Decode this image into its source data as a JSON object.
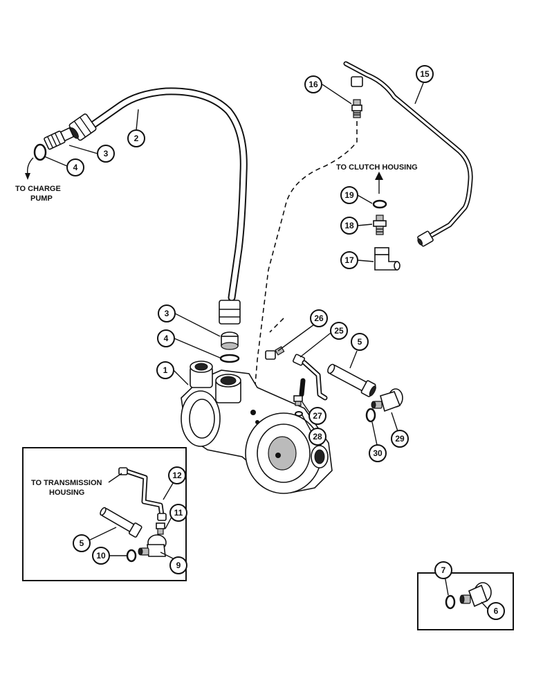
{
  "labels": {
    "to_charge_pump_1": "TO CHARGE",
    "to_charge_pump_2": "PUMP",
    "to_clutch_housing": "TO CLUTCH HOUSING",
    "to_transmission_1": "TO TRANSMISSION",
    "to_transmission_2": "HOUSING"
  },
  "callouts": {
    "c1": "1",
    "c2": "2",
    "c3a": "3",
    "c3b": "3",
    "c4a": "4",
    "c4b": "4",
    "c5a": "5",
    "c5b": "5",
    "c6": "6",
    "c7": "7",
    "c9": "9",
    "c10": "10",
    "c11": "11",
    "c12": "12",
    "c15": "15",
    "c16": "16",
    "c17": "17",
    "c18": "18",
    "c19": "19",
    "c25": "25",
    "c26": "26",
    "c27": "27",
    "c28": "28",
    "c29": "29",
    "c30": "30"
  }
}
